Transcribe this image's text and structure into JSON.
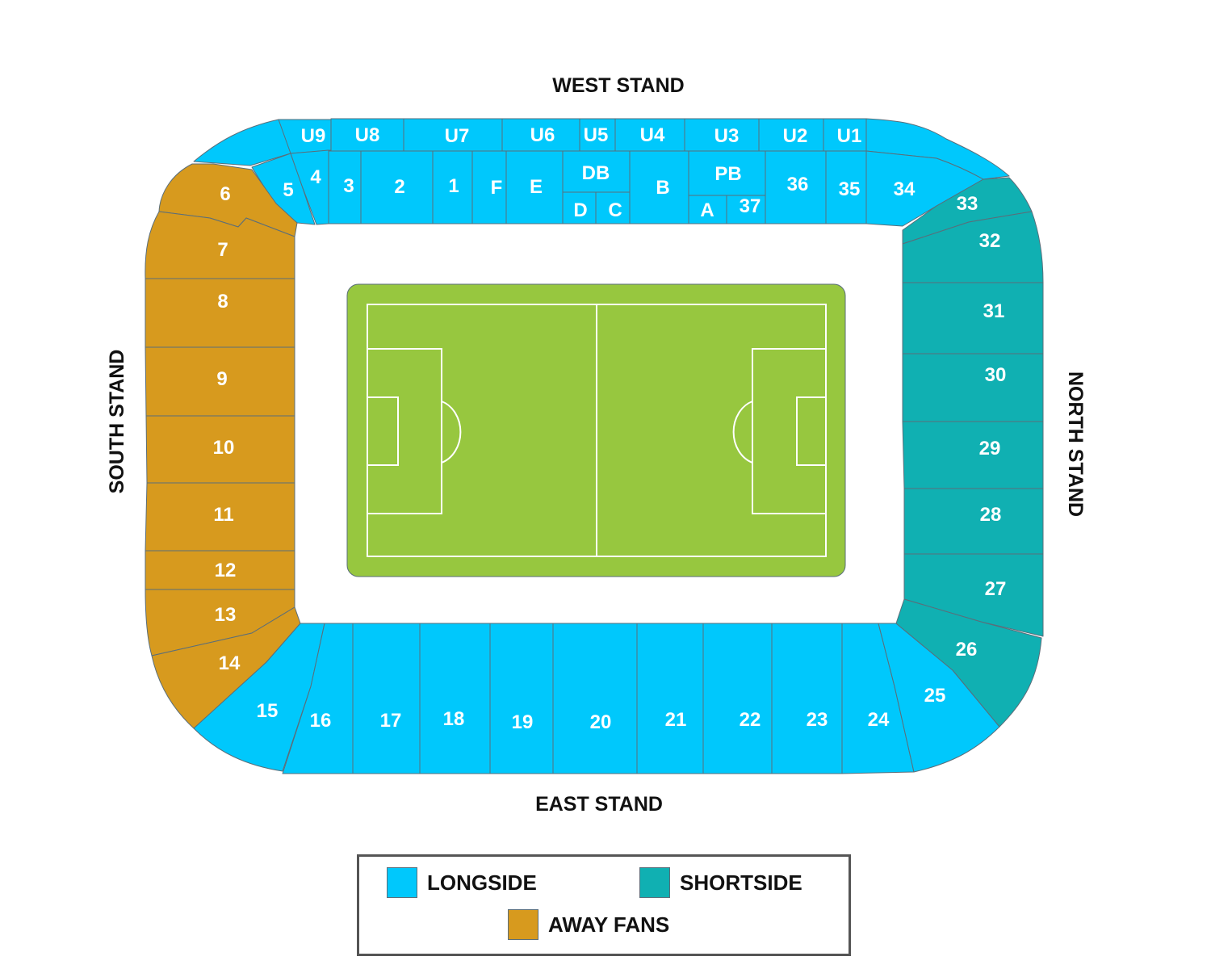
{
  "stands": {
    "west": "WEST STAND",
    "east": "EAST STAND",
    "south": "SOUTH STAND",
    "north": "NORTH STAND"
  },
  "colors": {
    "longside": "#00c8fc",
    "shortside": "#10b0b2",
    "away": "#d79a1e",
    "pitch": "#97c73f"
  },
  "legend": {
    "longside": "LONGSIDE",
    "shortside": "SHORTSIDE",
    "away": "AWAY FANS"
  },
  "sections": {
    "u9": "U9",
    "u8": "U8",
    "u7": "U7",
    "u6": "U6",
    "u5": "U5",
    "u4": "U4",
    "u3": "U3",
    "u2": "U2",
    "u1": "U1",
    "s4": "4",
    "s3": "3",
    "s2": "2",
    "s1": "1",
    "f": "F",
    "e": "E",
    "db": "DB",
    "d": "D",
    "c": "C",
    "b": "B",
    "pb": "PB",
    "a": "A",
    "s37": "37",
    "s36": "36",
    "s35": "35",
    "s34": "34",
    "s5": "5",
    "s6": "6",
    "s7": "7",
    "s8": "8",
    "s9": "9",
    "s10": "10",
    "s11": "11",
    "s12": "12",
    "s13": "13",
    "s14": "14",
    "s15": "15",
    "s16": "16",
    "s17": "17",
    "s18": "18",
    "s19": "19",
    "s20": "20",
    "s21": "21",
    "s22": "22",
    "s23": "23",
    "s24": "24",
    "s25": "25",
    "s26": "26",
    "s27": "27",
    "s28": "28",
    "s29": "29",
    "s30": "30",
    "s31": "31",
    "s32": "32",
    "s33": "33"
  }
}
